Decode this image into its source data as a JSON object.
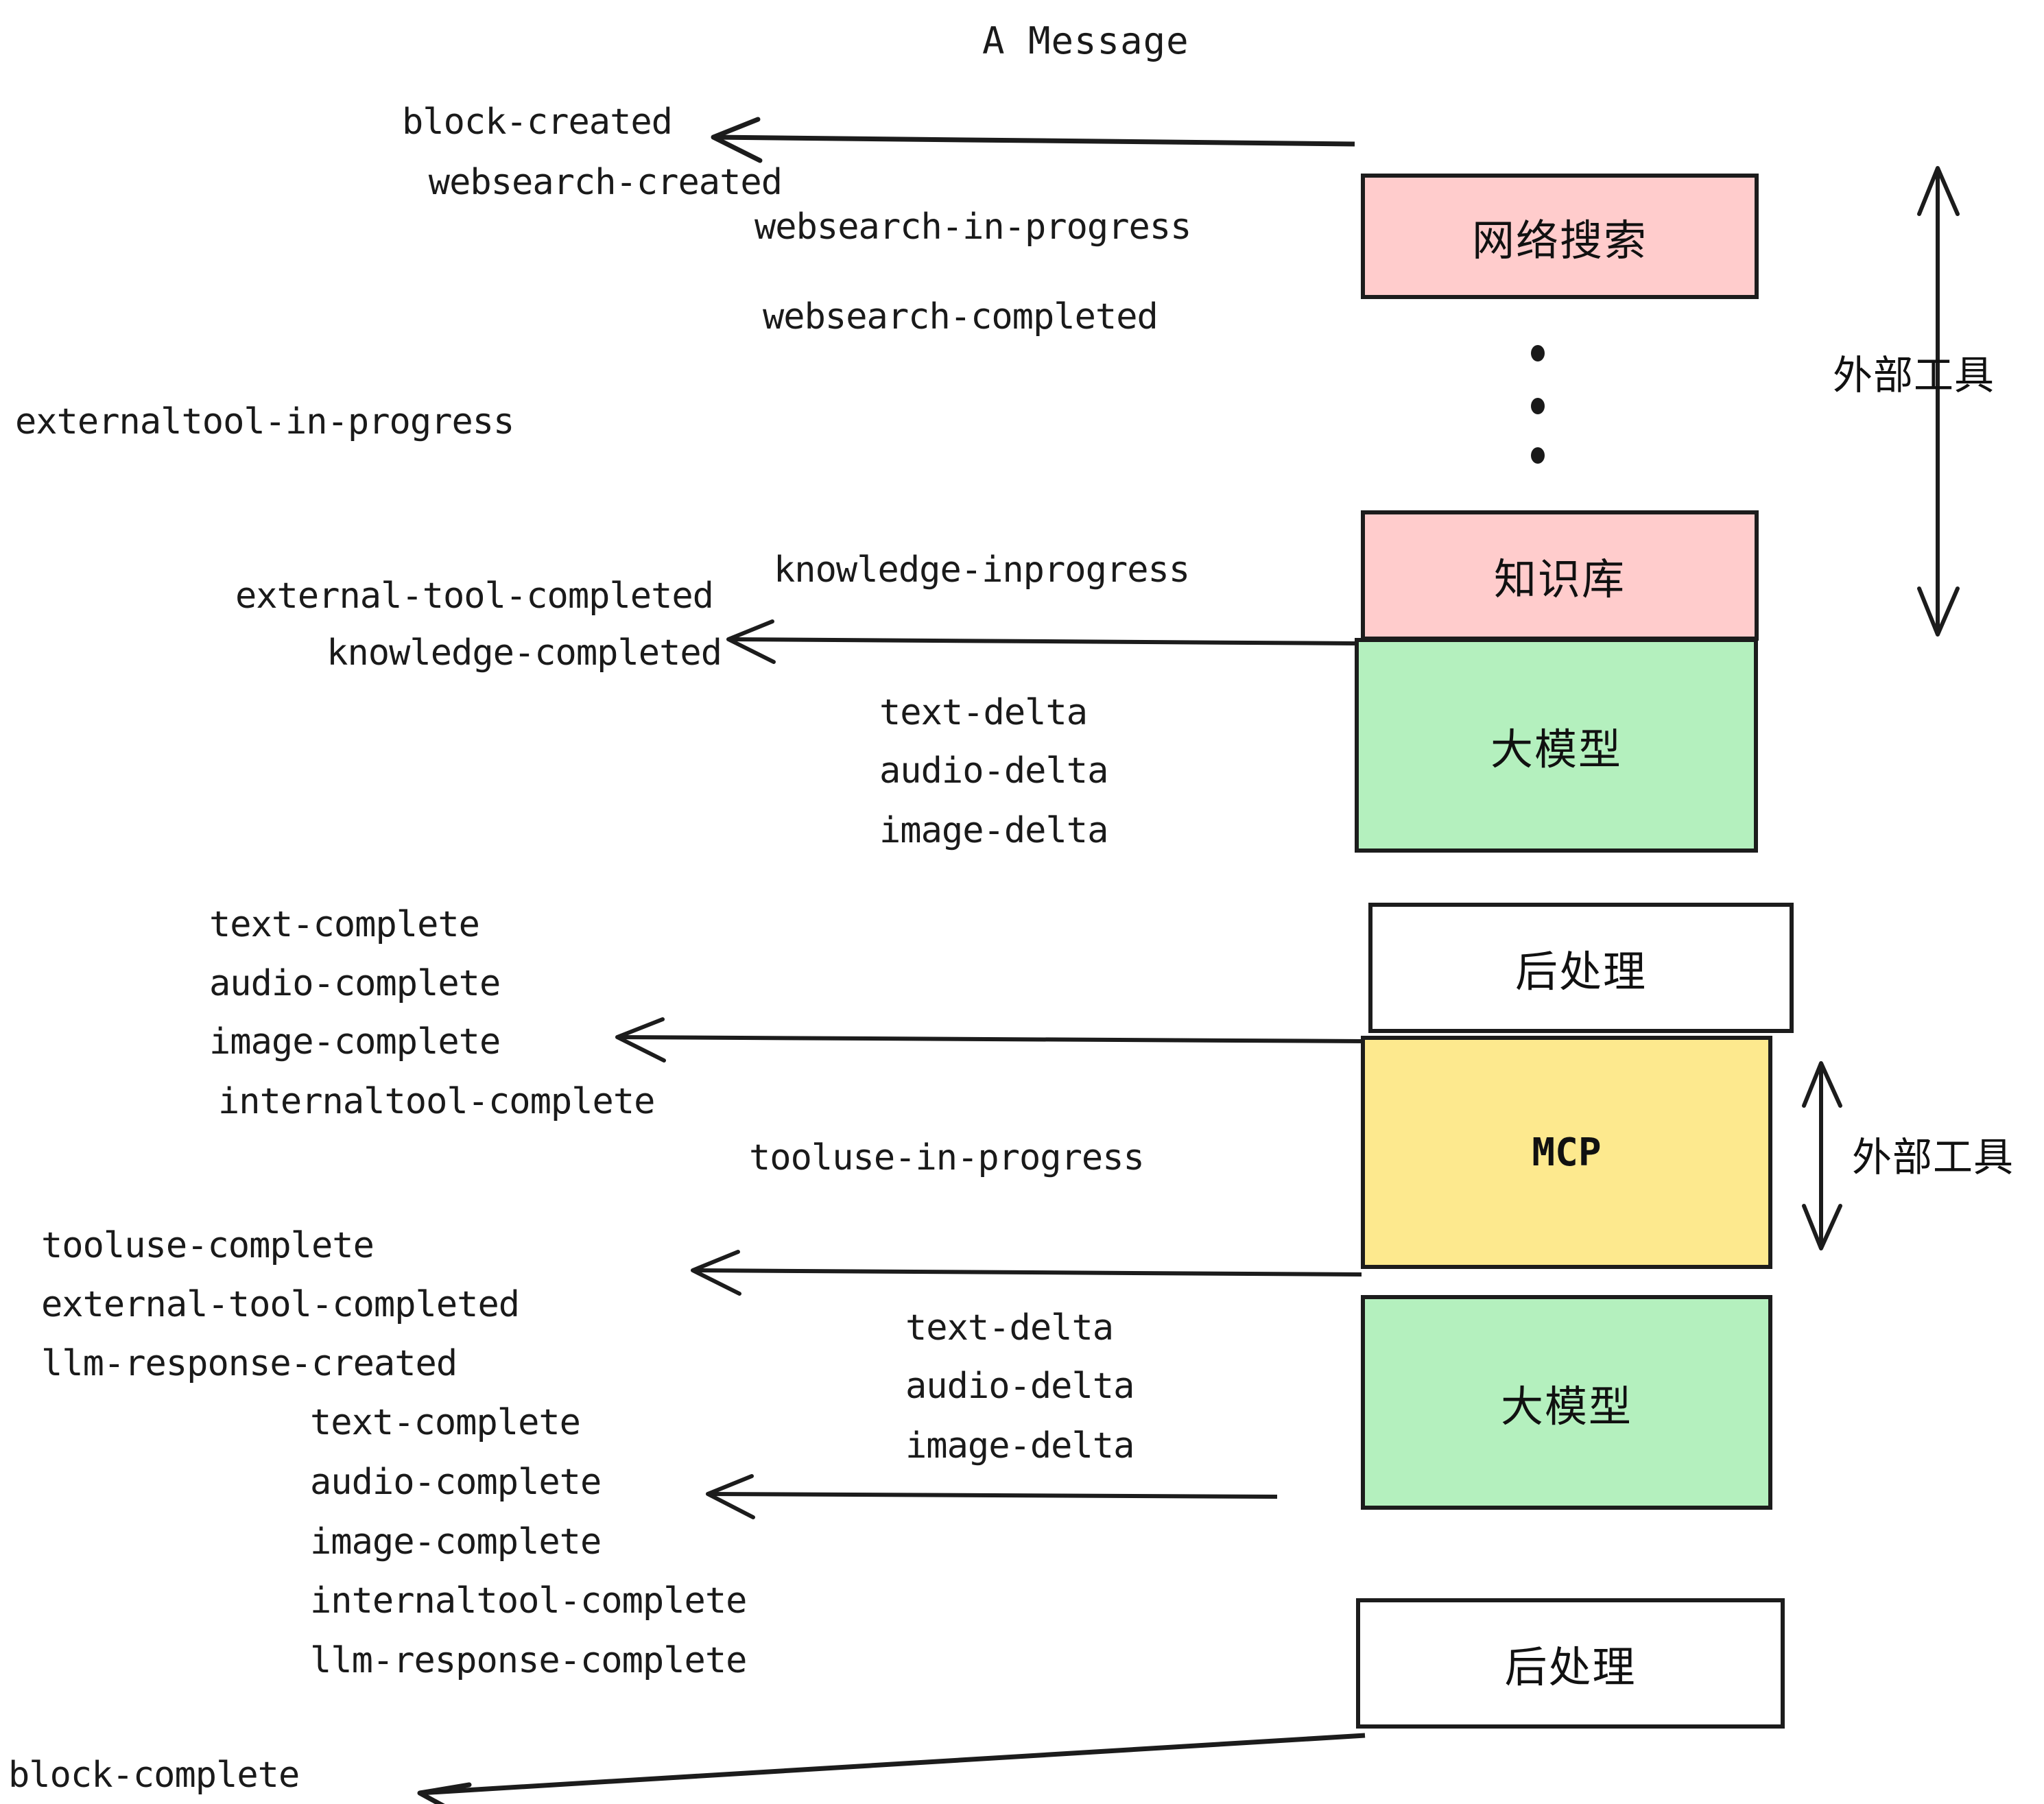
{
  "title": "A Message",
  "colors": {
    "external_tool_box": "#ffcccc",
    "llm_box": "#b4f0be",
    "mcp_box": "#fde98e",
    "postprocess_box": "#ffffff",
    "stroke": "#1c1c1c",
    "background": "#ffffff"
  },
  "boxes": {
    "websearch": "网络搜索",
    "knowledge": "知识库",
    "llm_first": "大模型",
    "postprocess_first": "后处理",
    "mcp": "MCP",
    "llm_second": "大模型",
    "postprocess_second": "后处理"
  },
  "side_labels": {
    "external_tool_top": "外部工具",
    "external_tool_bottom": "外部工具"
  },
  "events": {
    "block_created": "block-created",
    "websearch_created": "websearch-created",
    "websearch_in_progress": "websearch-in-progress",
    "websearch_completed": "websearch-completed",
    "externaltool_in_progress": "externaltool-in-progress",
    "knowledge_inprogress": "knowledge-inprogress",
    "external_tool_completed_1": "external-tool-completed",
    "knowledge_completed": "knowledge-completed",
    "text_delta_1": "text-delta",
    "audio_delta_1": "audio-delta",
    "image_delta_1": "image-delta",
    "text_complete_1": "text-complete",
    "audio_complete_1": "audio-complete",
    "image_complete_1": "image-complete",
    "internaltool_complete_1": "internaltool-complete",
    "tooluse_in_progress": "tooluse-in-progress",
    "tooluse_complete": "tooluse-complete",
    "external_tool_completed_2": "external-tool-completed",
    "llm_response_created": "llm-response-created",
    "text_delta_2": "text-delta",
    "audio_delta_2": "audio-delta",
    "image_delta_2": "image-delta",
    "text_complete_2": "text-complete",
    "audio_complete_2": "audio-complete",
    "image_complete_2": "image-complete",
    "internaltool_complete_2": "internaltool-complete",
    "llm_response_complete": "llm-response-complete",
    "block_complete": "block-complete"
  },
  "ellipsis_dots": 3
}
